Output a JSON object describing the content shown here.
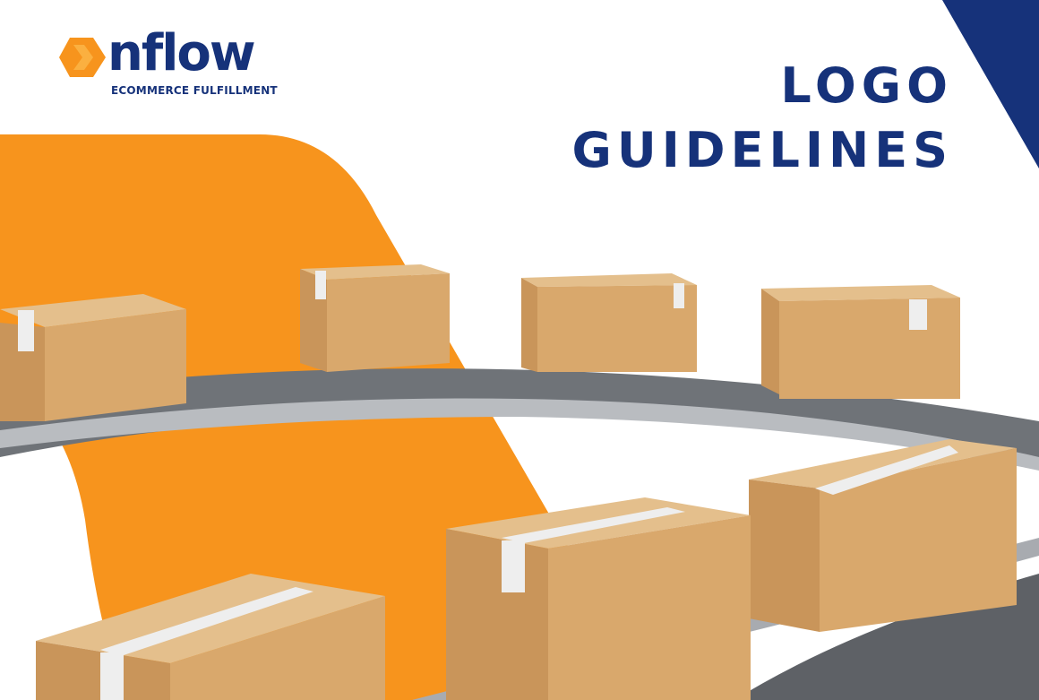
{
  "logo": {
    "wordmark": "nflow",
    "tagline": "ECOMMERCE FULFILLMENT"
  },
  "title": {
    "line1": "LOGO",
    "line2": "GUIDELINES"
  },
  "colors": {
    "navy": "#16327a",
    "orange": "#f7941d",
    "box": "#d9a86c"
  }
}
